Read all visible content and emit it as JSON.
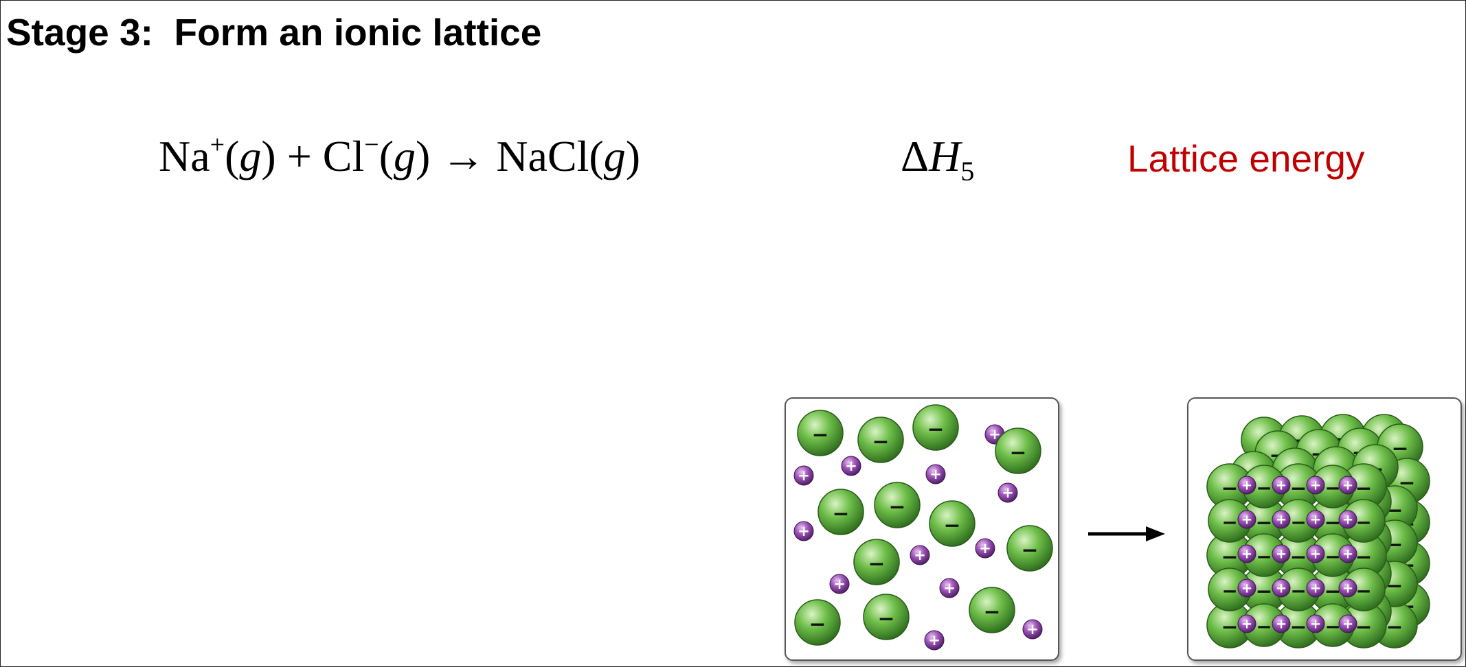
{
  "slide": {
    "title": "Stage 3:  Form an ionic lattice",
    "equation": {
      "na": "Na",
      "na_charge": "+",
      "g1_open": "(",
      "g1": "g",
      "g1_close": ")",
      "plus": " + ",
      "cl": "Cl",
      "cl_charge": "−",
      "g2_open": "(",
      "g2": "g",
      "g2_close": ")",
      "arrow": " → ",
      "product": "NaCl(",
      "g3": "g",
      "g3_close": ")"
    },
    "enthalpy": {
      "delta": "Δ",
      "symbol": "H",
      "subscript": "5"
    },
    "lattice_label": "Lattice energy",
    "colors": {
      "label": "#c00000",
      "anion": "#6fbf4a",
      "cation": "#9b4fb5"
    },
    "ion_signs": {
      "anion": "−",
      "cation": "+"
    },
    "icons": {
      "transform_arrow": "right-arrow-icon"
    }
  }
}
